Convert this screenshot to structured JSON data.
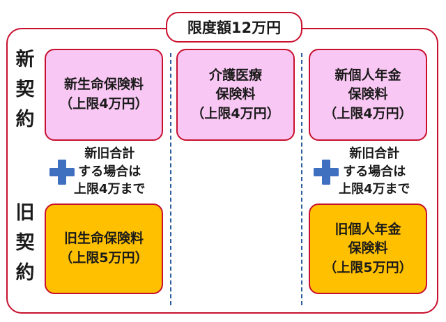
{
  "limit_label": "限度額12万円",
  "new_contract_label": [
    "新",
    "契",
    "約"
  ],
  "old_contract_label": [
    "旧",
    "契",
    "約"
  ],
  "boxes": {
    "new_life": {
      "line1": "新生命保険料",
      "line2": "（上限4万円）"
    },
    "care_medical": {
      "line1": "介護医療",
      "line2": "保険料",
      "line3": "（上限4万円）"
    },
    "new_pension": {
      "line1": "新個人年金",
      "line2": "保険料",
      "line3": "（上限4万円）"
    },
    "old_life": {
      "line1": "旧生命保険料",
      "line2": "（上限5万円）"
    },
    "old_pension": {
      "line1": "旧個人年金",
      "line2": "保険料",
      "line3": "（上限5万円）"
    }
  },
  "combine_note": {
    "line1": "新旧合計",
    "line2": "する場合は",
    "line3": "上限4万まで"
  },
  "colors": {
    "border_red": "#c8102e",
    "new_fill": "#f9c7f3",
    "old_fill": "#ffc000",
    "plus_blue": "#3f6fbf",
    "divider_blue": "#2e5d9e"
  }
}
